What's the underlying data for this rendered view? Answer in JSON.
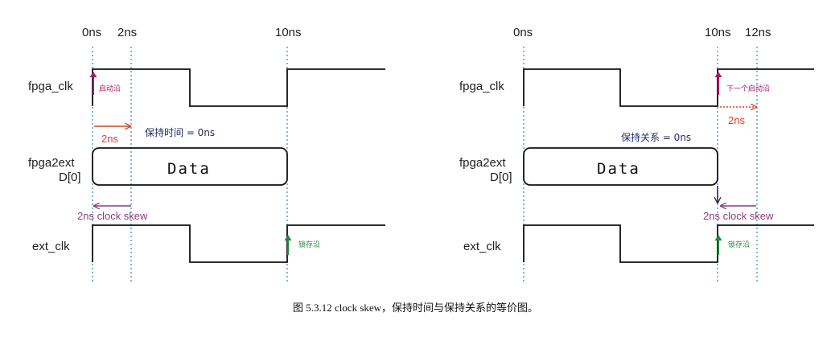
{
  "left_diagram": {
    "time_labels": [
      "0ns",
      "2ns",
      "10ns"
    ],
    "signals": [
      "fpga_clk",
      "fpga2ext",
      "D[0]",
      "ext_clk"
    ],
    "launch_edge_label": "启动沿",
    "skew_arrow_label": "2ns",
    "hold_note": "保持时间 = 0ns",
    "data_label": "Data",
    "clock_skew_label": "2ns clock skew",
    "latch_edge_label": "锁存沿"
  },
  "right_diagram": {
    "time_labels": [
      "0ns",
      "10ns",
      "12ns"
    ],
    "signals": [
      "fpga_clk",
      "fpga2ext",
      "D[0]",
      "ext_clk"
    ],
    "launch_edge_label": "下一个启动沿",
    "shift_label": "2ns",
    "hold_note": "保持关系 = 0ns",
    "data_label": "Data",
    "clock_skew_label": "2ns clock skew",
    "latch_edge_label": "锁存沿"
  },
  "caption": "图 5.3.12 clock skew，保持时间与保持关系的等价图。",
  "colors": {
    "launch": "#b0186a",
    "skew_red": "#d2452c",
    "skew_purple": "#8a3d7a",
    "latch": "#1f8a3a",
    "guide": "#3a8fd0",
    "note": "#1e2a5e"
  }
}
